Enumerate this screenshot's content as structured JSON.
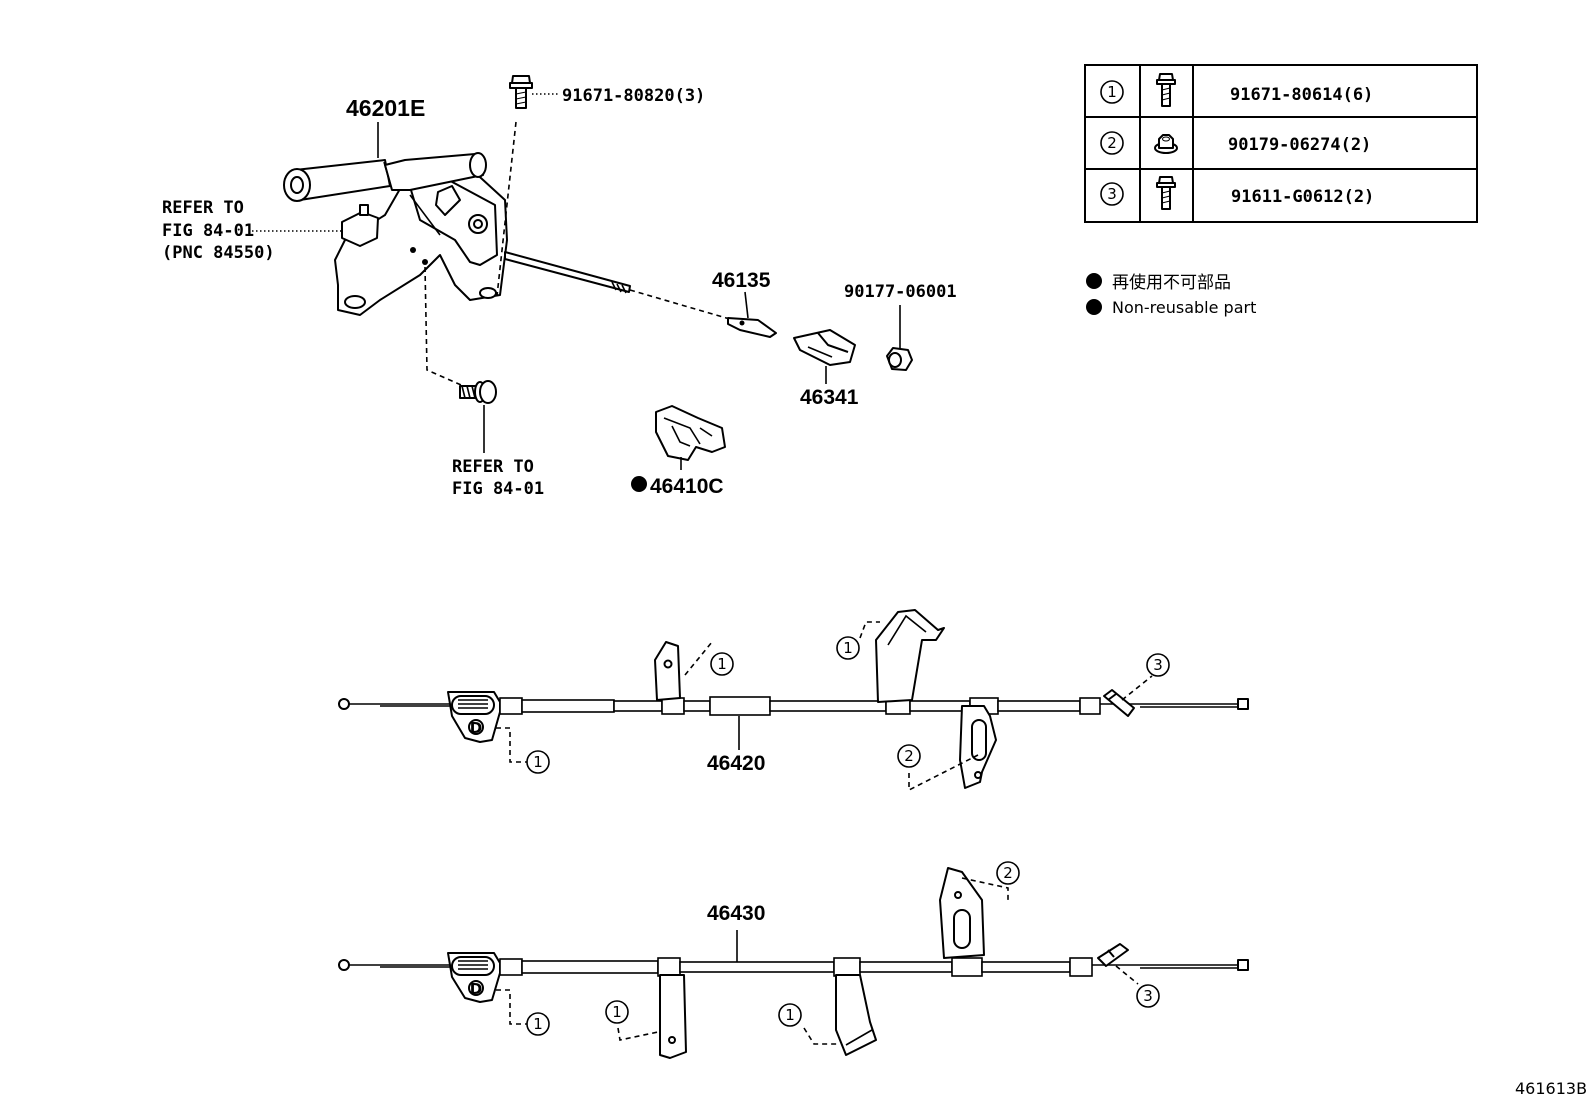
{
  "labels": {
    "lever": "46201E",
    "bolt_top": "91671-80820(3)",
    "refer_a_line1": "REFER TO",
    "refer_a_line2": "FIG 84-01",
    "refer_a_line3": "(PNC 84550)",
    "refer_b_line1": "REFER TO",
    "refer_b_line2": "FIG 84-01",
    "part_46135": "46135",
    "part_46341": "46341",
    "part_90177": "90177-06001",
    "part_46410c": "46410C",
    "cable_front": "46420",
    "cable_rear": "46430",
    "drawing_no": "461613B"
  },
  "legend": {
    "jp": "再使用不可部品",
    "en": "Non-reusable part"
  },
  "fastener_table": [
    {
      "ref": "1",
      "icon": "flange-bolt-icon",
      "part": "91671-80614(6)"
    },
    {
      "ref": "2",
      "icon": "flange-nut-icon",
      "part": "90179-06274(2)"
    },
    {
      "ref": "3",
      "icon": "flange-bolt-icon",
      "part": "91611-G0612(2)"
    }
  ],
  "callouts": {
    "c1": "1",
    "c2": "2",
    "c3": "3"
  }
}
